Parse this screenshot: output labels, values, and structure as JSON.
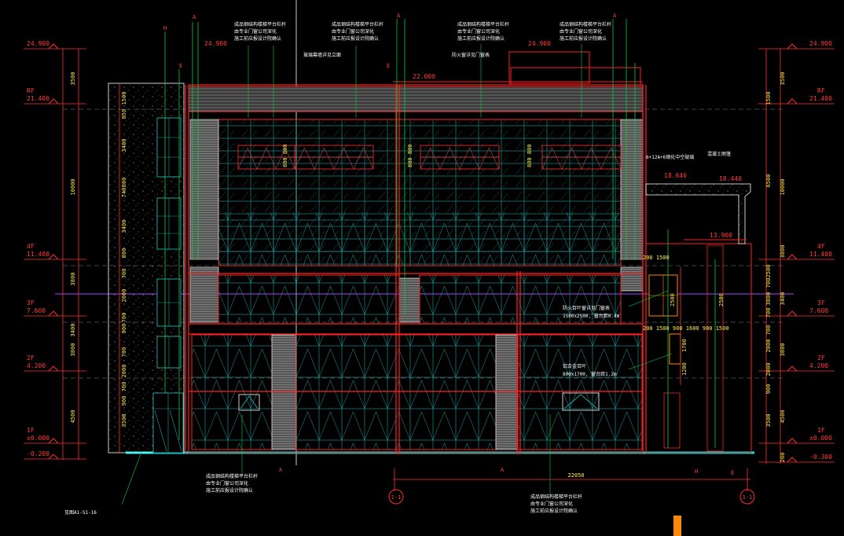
{
  "levels_left": [
    {
      "label": "",
      "value": "24.900"
    },
    {
      "label": "RF",
      "value": "21.400"
    },
    {
      "label": "4F",
      "value": "11.400"
    },
    {
      "label": "3F",
      "value": "7.600"
    },
    {
      "label": "2F",
      "value": "4.200"
    },
    {
      "label": "1F",
      "value": "±0.000"
    },
    {
      "label": "",
      "value": "-0.200"
    }
  ],
  "levels_right": [
    {
      "label": "",
      "value": "24.900"
    },
    {
      "label": "RF",
      "value": "21.400"
    },
    {
      "label": "4F",
      "value": "11.400"
    },
    {
      "label": "3F",
      "value": "7.600"
    },
    {
      "label": "2F",
      "value": "4.200"
    },
    {
      "label": "1F",
      "value": "±0.000"
    },
    {
      "label": "",
      "value": "-0.300"
    }
  ],
  "dims_left_outer": [
    "3500",
    "10000",
    "3800",
    "3400",
    "3800",
    "4500"
  ],
  "dims_left_inner": [
    "1500",
    "850",
    "3400",
    "800",
    "740",
    "3400",
    "800",
    "700",
    "2000",
    "700",
    "900",
    "700",
    "2000",
    "700",
    "900",
    "3500"
  ],
  "dims_right_outer": [
    "3500",
    "10000",
    "3800",
    "3400",
    "3800",
    "4500",
    "200"
  ],
  "dims_right_inner": [
    "1500",
    "6500",
    "2500",
    "700",
    "3800",
    "700",
    "2000",
    "700",
    "2000",
    "900",
    "3500"
  ],
  "roof_levels": [
    "24.900",
    "22.000",
    "24.900"
  ],
  "canopy_levels": [
    "18.640",
    "18.440",
    "13.900"
  ],
  "opening_dims": [
    "800 800",
    "800 800",
    "800 800"
  ],
  "right_dims": [
    "200 1500",
    "2500",
    "200 1500 900 1600 900 1500",
    "1700",
    "1200",
    "2500"
  ],
  "bottom_dim": "22050",
  "axis_tags": [
    "A",
    "E",
    "H",
    "A",
    "E",
    "A",
    "H",
    "A",
    "E",
    "A"
  ],
  "axis_circles": [
    "1-1",
    "1-1"
  ],
  "detail_ref": "见图A1-S1-16",
  "notes": [
    "成品钢结构楼梯平台栏杆",
    "由专业门窗公司深化",
    "施工前应报设计院确认",
    "玻璃幕墙详见立面",
    "防火窗详见门窗表",
    "铝合金百叶",
    "1500x2500, 窗台距0.4m",
    "800x1700, 窗台距1.2m",
    "防火百叶窗详见门窗表",
    "混凝土雨篷",
    "6+12A+6钢化中空玻璃"
  ]
}
